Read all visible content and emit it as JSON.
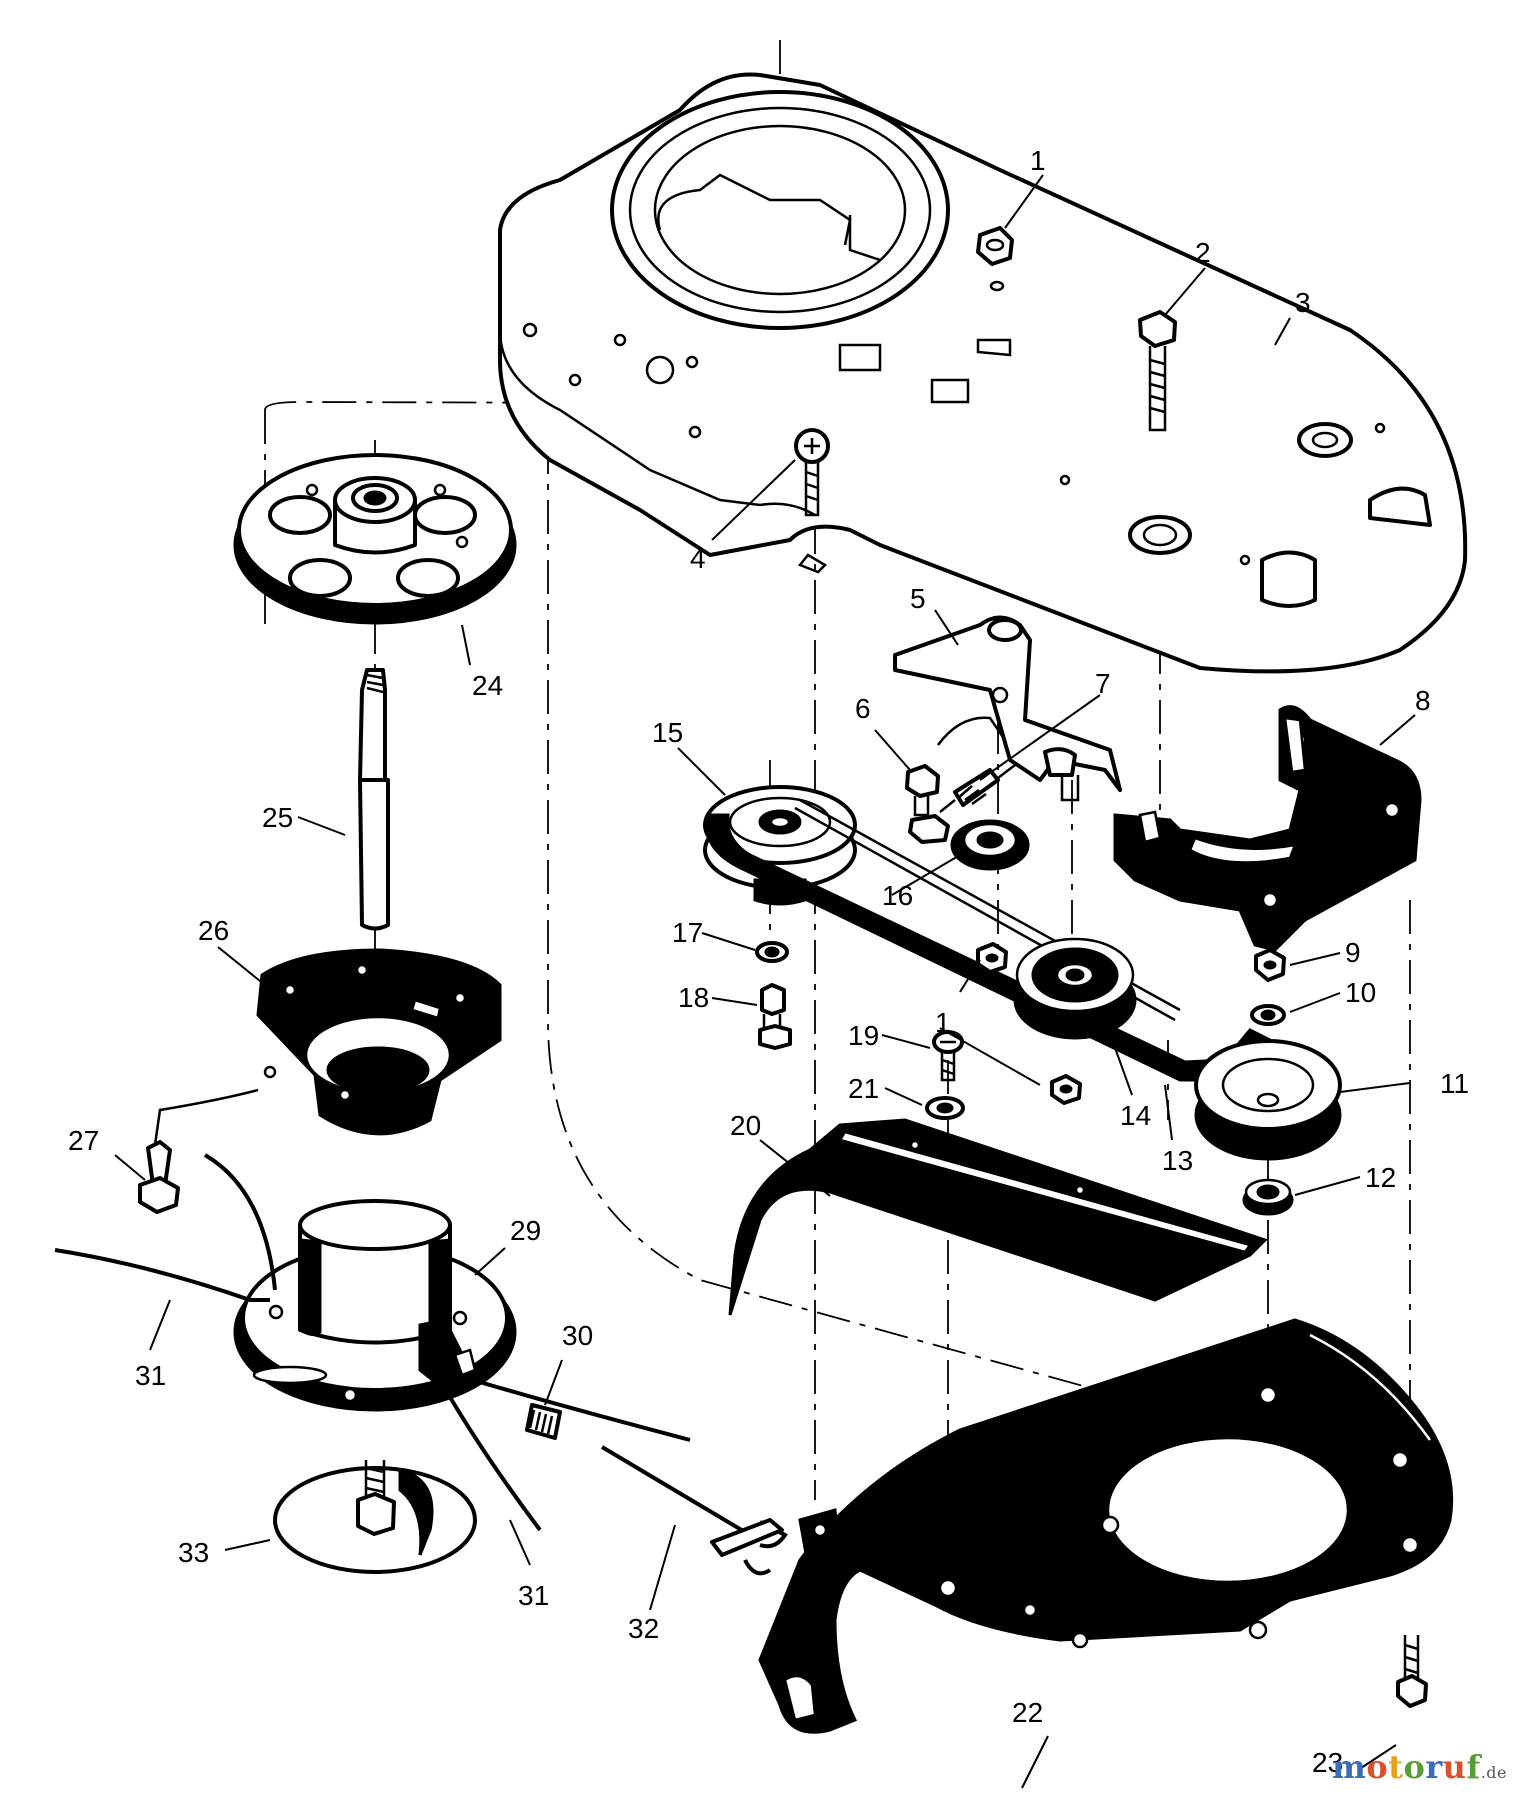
{
  "callouts": [
    {
      "label": "1",
      "name": "part-1-nut-top"
    },
    {
      "label": "2",
      "name": "part-2-bolt"
    },
    {
      "label": "3",
      "name": "part-3-housing"
    },
    {
      "label": "4",
      "name": "part-4-screw"
    },
    {
      "label": "5",
      "name": "part-5-idler-bracket"
    },
    {
      "label": "6",
      "name": "part-6-shoulder-bolt"
    },
    {
      "label": "7",
      "name": "part-7-spring"
    },
    {
      "label": "8",
      "name": "part-8-belt-guard"
    },
    {
      "label": "9",
      "name": "part-9-nut"
    },
    {
      "label": "10",
      "name": "part-10-washer"
    },
    {
      "label": "11",
      "name": "part-11-pulley"
    },
    {
      "label": "12",
      "name": "part-12-spacer"
    },
    {
      "label": "13",
      "name": "part-13-belt"
    },
    {
      "label": "14",
      "name": "part-14-idler-pulley"
    },
    {
      "label": "15",
      "name": "part-15-engine-pulley"
    },
    {
      "label": "16",
      "name": "part-16-bearing"
    },
    {
      "label": "17",
      "name": "part-17-washer"
    },
    {
      "label": "18",
      "name": "part-18-bolt"
    },
    {
      "label": "19",
      "name": "part-19-screw"
    },
    {
      "label": "21",
      "name": "part-21-washer"
    },
    {
      "label": "1",
      "name": "part-1-nut-lower"
    },
    {
      "label": "20",
      "name": "part-20-deflector"
    },
    {
      "label": "22",
      "name": "part-22-shield"
    },
    {
      "label": "23",
      "name": "part-23-screw"
    },
    {
      "label": "24",
      "name": "part-24-bearing-housing"
    },
    {
      "label": "25",
      "name": "part-25-shaft"
    },
    {
      "label": "26",
      "name": "part-26-hub"
    },
    {
      "label": "27",
      "name": "part-27-screw"
    },
    {
      "label": "29",
      "name": "part-29-trimmer-head"
    },
    {
      "label": "30",
      "name": "part-30-spring"
    },
    {
      "label": "31",
      "name": "part-31-line-left"
    },
    {
      "label": "31",
      "name": "part-31-line-right"
    },
    {
      "label": "32",
      "name": "part-32-wrench"
    },
    {
      "label": "33",
      "name": "part-33-cap"
    }
  ],
  "watermark": {
    "brand": "motoruf",
    "suffix": ".de"
  },
  "colors": {
    "ink": "#000000",
    "paper": "#ffffff"
  }
}
